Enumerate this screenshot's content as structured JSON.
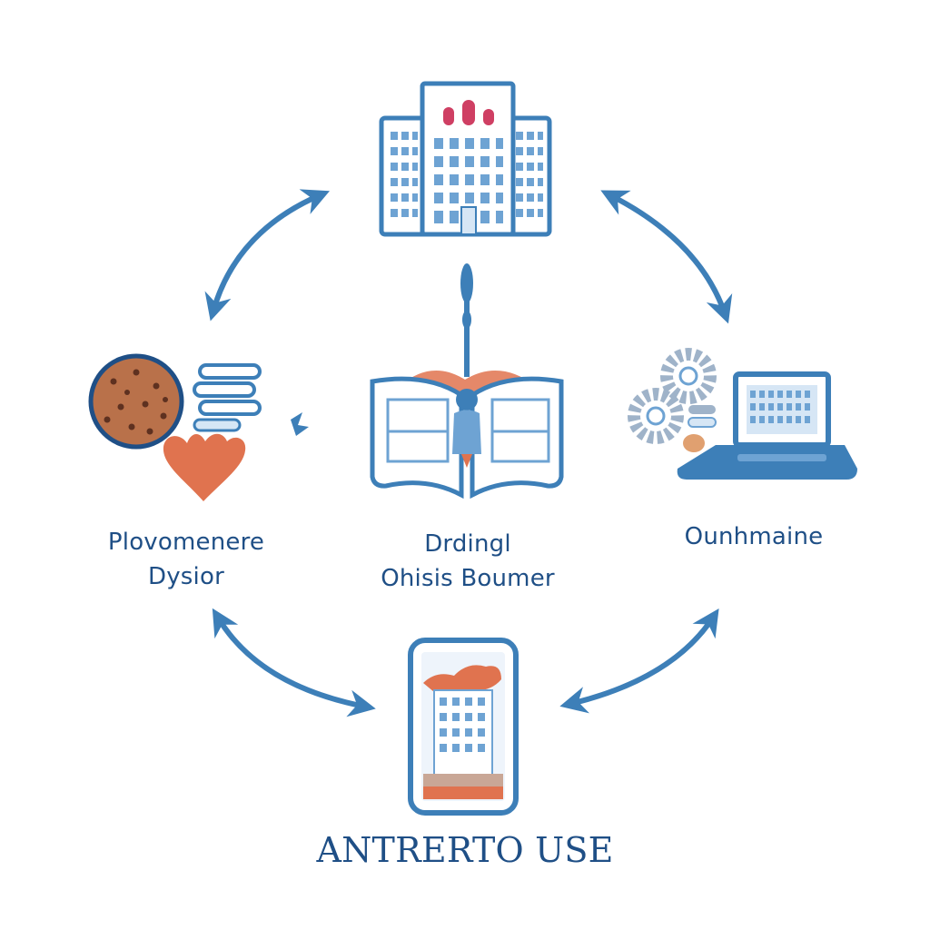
{
  "colors": {
    "primary_blue": "#3d7fb8",
    "dark_blue": "#1f4f86",
    "light_blue": "#d6e6f5",
    "accent_orange": "#e0734f",
    "accent_pink": "#cf3f63",
    "cookie_brown": "#b9714a",
    "gear_gray": "#9fb3c9"
  },
  "nodes": {
    "left": {
      "icon": "cookie-heart-stack-icon",
      "line1": "Plovomenere",
      "line2": "Dysior"
    },
    "center": {
      "icon": "open-book-person-icon",
      "line1": "Drdingl",
      "line2": "Ohisis Boumer"
    },
    "right": {
      "icon": "laptop-gears-icon",
      "line1": "Ounhmaine"
    },
    "top": {
      "icon": "building-icon"
    },
    "bottom": {
      "icon": "phone-building-icon",
      "line1": "ANTRERTO USE"
    }
  }
}
